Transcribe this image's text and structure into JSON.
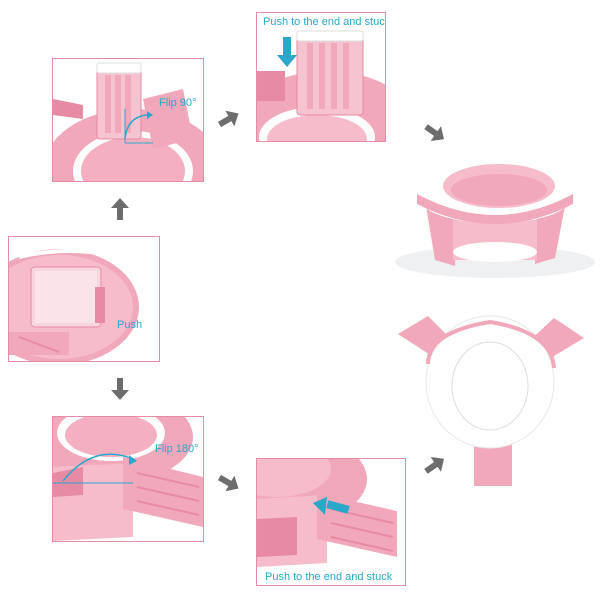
{
  "steps": {
    "push_label": "Push",
    "flip90_label": "Flip 90°",
    "flip180_label": "Flip 180°",
    "push_end_top_label": "Push to the end and stuck",
    "push_end_bottom_label": "Push to the end and stuck"
  },
  "colors": {
    "border": "#e58ca6",
    "pink": "#f2a8bb",
    "pink_dark": "#e78aa3",
    "pink_light": "#f8c9d5",
    "white": "#ffffff",
    "label": "#2aa7c9",
    "arrow": "#6d6d6d"
  },
  "icons": {
    "arrow_up": "arrow-up-icon",
    "arrow_down": "arrow-down-icon",
    "arrow_right": "arrow-right-icon"
  }
}
